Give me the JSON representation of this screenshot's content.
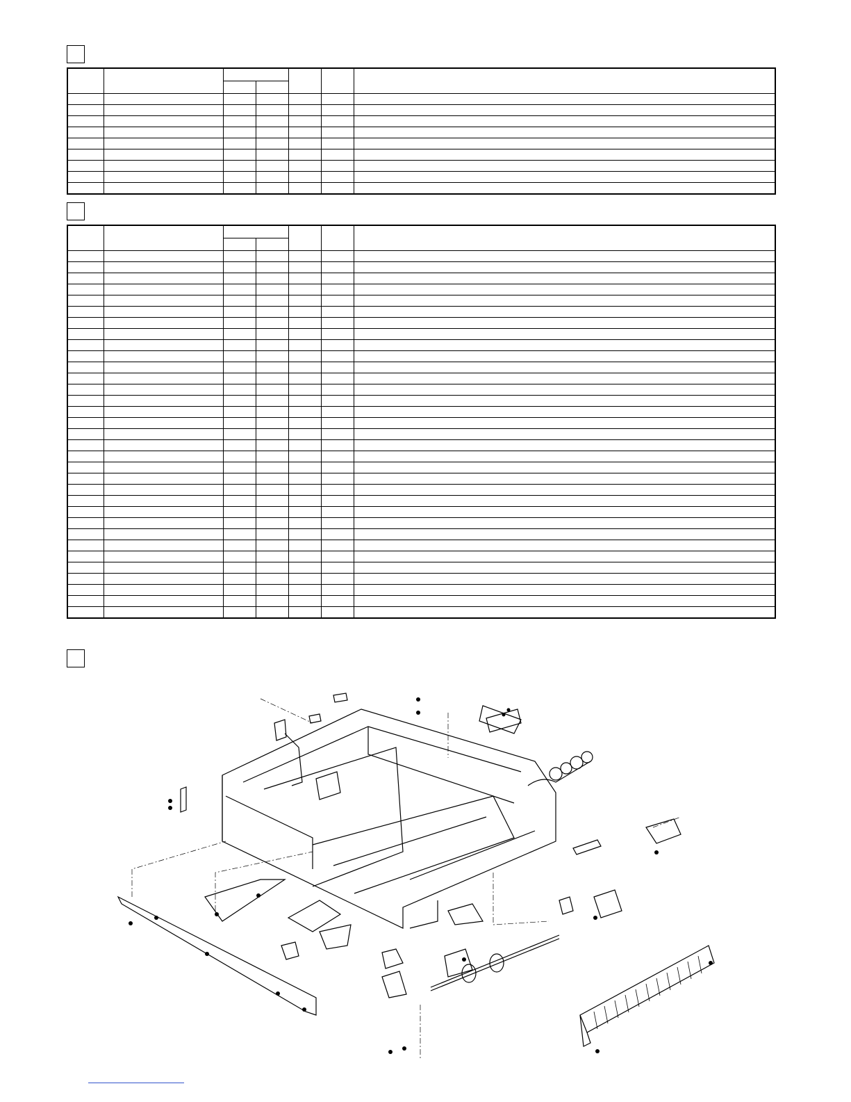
{
  "sections": [
    {
      "id": "section-a",
      "label": ""
    },
    {
      "id": "section-b",
      "label": ""
    },
    {
      "id": "section-c",
      "label": ""
    }
  ],
  "table_a": {
    "rows": 9
  },
  "table_b": {
    "rows": 33
  },
  "diagram": {
    "caption": ""
  }
}
